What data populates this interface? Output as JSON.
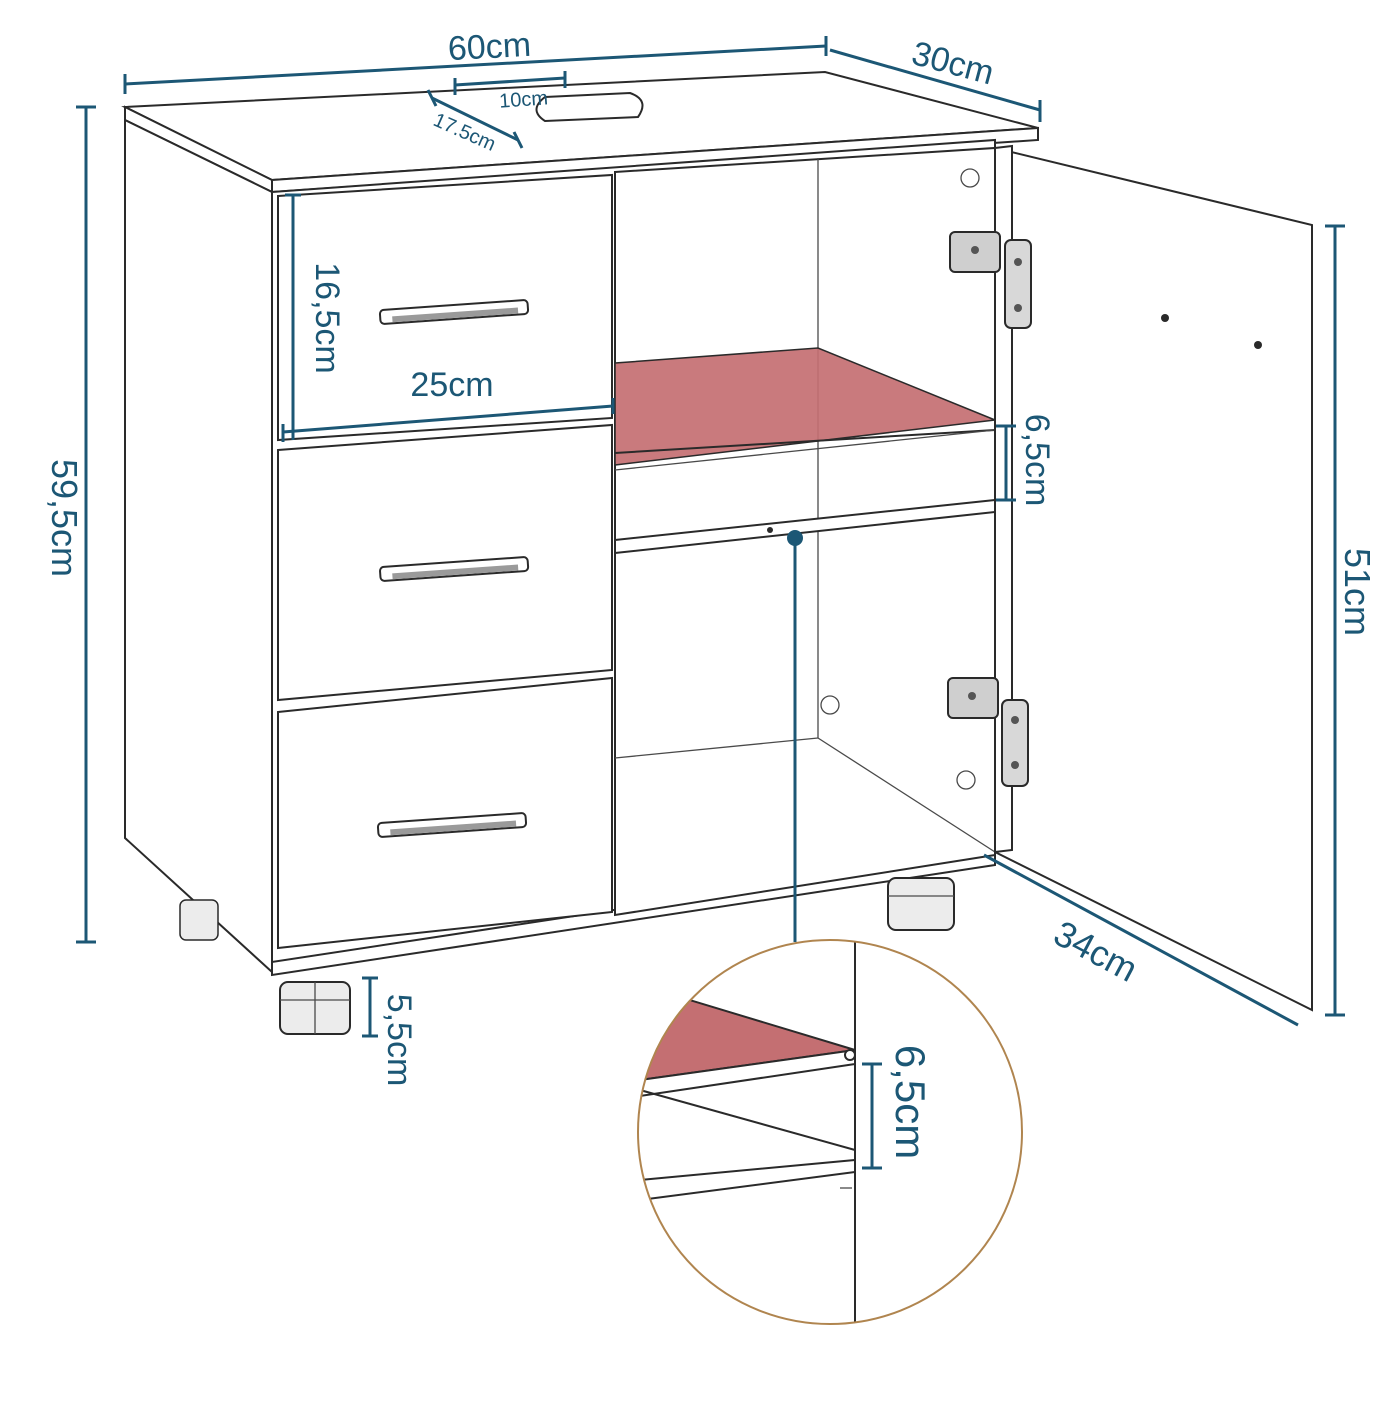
{
  "colors": {
    "dimension": "#1c5775",
    "shelf_highlight": "#c46f72",
    "outline": "#2a2a2a",
    "inset_border": "#b0854f"
  },
  "dimensions": {
    "width": "60cm",
    "depth": "30cm",
    "cutout_width": "10cm",
    "cutout_depth": "17.5cm",
    "total_height": "59,5cm",
    "drawer_height": "16,5cm",
    "drawer_width": "25cm",
    "shelf_gap": "6,5cm",
    "door_height": "51cm",
    "door_width": "34cm",
    "leg_height": "5,5cm",
    "inset_shelf_gap": "6,5cm"
  },
  "icons": {
    "hinge": "hinge-icon",
    "handle": "drawer-handle-icon",
    "leg": "leg-icon"
  }
}
